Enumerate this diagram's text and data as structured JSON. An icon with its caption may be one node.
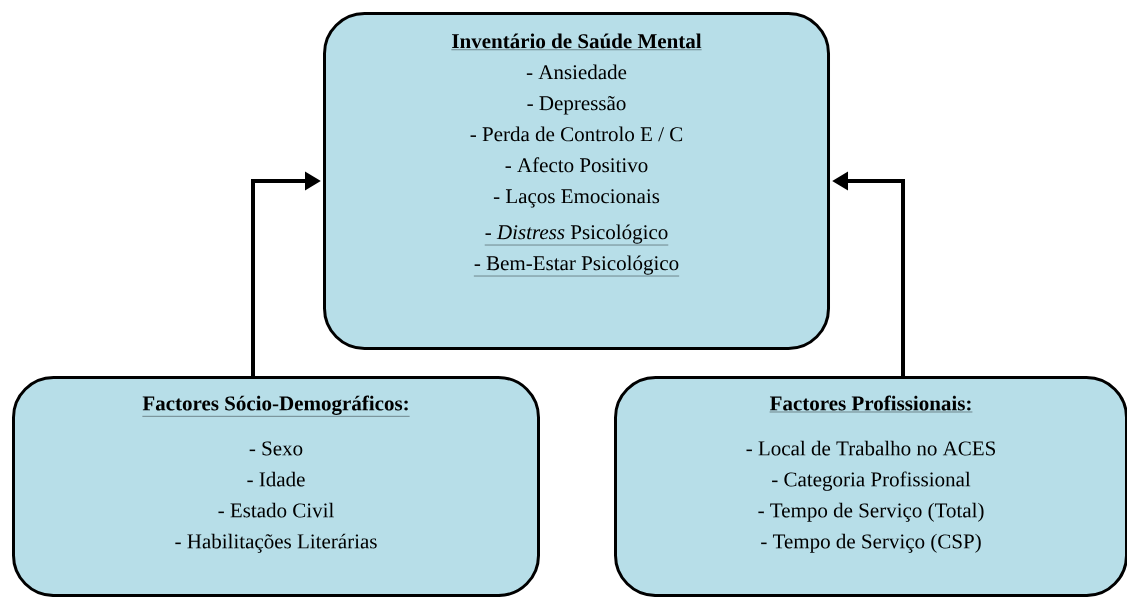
{
  "diagram": {
    "nodes": [
      {
        "text": [
          "Inventário de Saúde Mental",
          "- Ansiedade",
          "- Depressão",
          "- Perda de Controlo E / C",
          "- Afecto Positivo",
          "- Laços Emocionais",
          "- *Distress* Psicológico",
          "- Bem-Estar Psicológico"
        ]
      },
      {
        "text": [
          "Factores Sócio-Demográficos:",
          "- Sexo",
          "- Idade",
          "- Estado Civil",
          "- Habilitações Literárias"
        ]
      },
      {
        "text": [
          "Factores Profissionais:",
          "- Local de Trabalho no ACES",
          "- Categoria Profissional",
          "- Tempo de Serviço (Total)",
          "- Tempo de Serviço (CSP)"
        ]
      }
    ],
    "edges": [
      {
        "from": 1,
        "to": 0,
        "arrow": "to"
      },
      {
        "from": 2,
        "to": 0,
        "arrow": "to"
      }
    ]
  }
}
